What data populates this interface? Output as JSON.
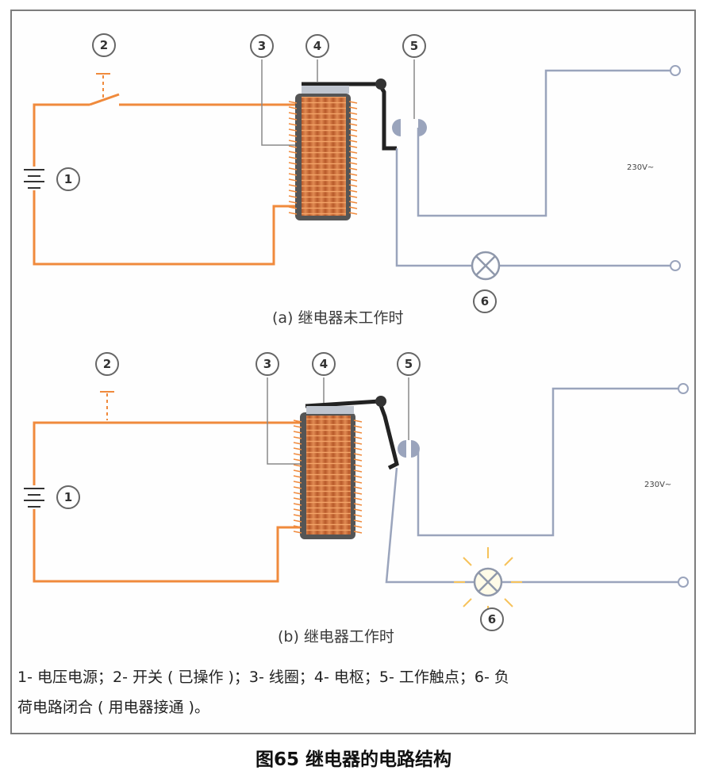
{
  "diagram": {
    "caption_a": "(a) 继电器未工作时",
    "caption_b": "(b) 继电器工作时",
    "voltage_a": "230V~",
    "voltage_b": "230V~",
    "markers": [
      "1",
      "2",
      "3",
      "4",
      "5",
      "6"
    ],
    "legend_line1": "1- 电压电源；2- 开关 ( 已操作 )；3- 线圈；4- 电枢；5- 工作触点；6- 负",
    "legend_line2": "荷电路闭合 ( 用电器接通 )。",
    "figure_title": "图65 继电器的电路结构"
  },
  "colors": {
    "circuit_orange": "#f08a3c",
    "coil_copper": "#d4703a",
    "wire_gray": "#9aa4bc",
    "armature_black": "#222222",
    "frame_gray": "#7d7d7d",
    "lamp_glow": "#f6c25a"
  }
}
